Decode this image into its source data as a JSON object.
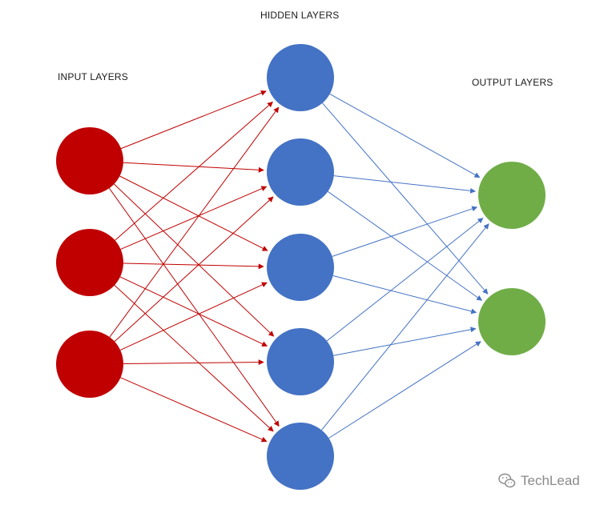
{
  "labels": {
    "input": "INPUT LAYERS",
    "hidden": "HIDDEN LAYERS",
    "output": "OUTPUT LAYERS"
  },
  "layers": {
    "input": {
      "count": 3,
      "color": "#c00000"
    },
    "hidden": {
      "count": 5,
      "color": "#4472c4"
    },
    "output": {
      "count": 2,
      "color": "#70ad47"
    }
  },
  "edge_colors": {
    "input_to_hidden": "#c00000",
    "hidden_to_output": "#4472c4"
  },
  "watermark": {
    "icon": "wechat-icon",
    "text": "TechLead"
  }
}
